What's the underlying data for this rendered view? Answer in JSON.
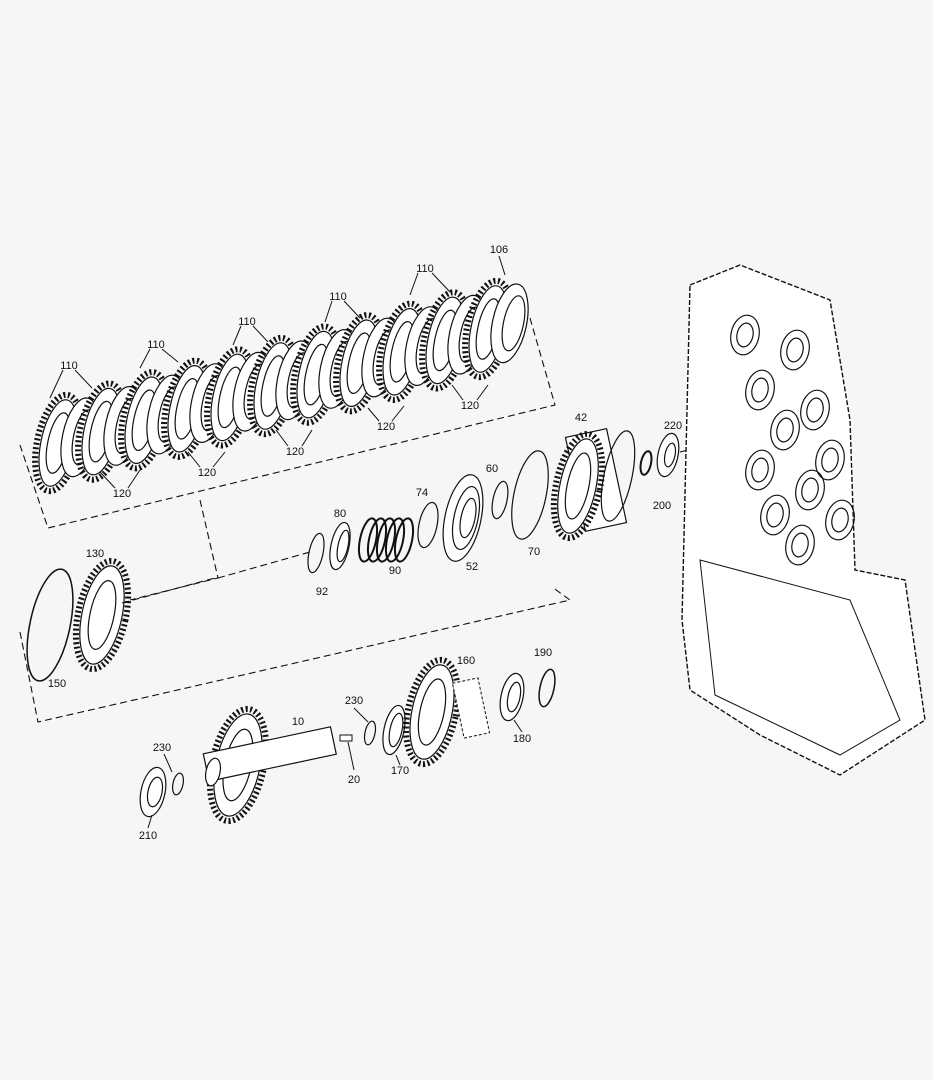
{
  "diagram": {
    "type": "exploded parts diagram",
    "callouts": [
      "106",
      "110",
      "110",
      "110",
      "110",
      "110",
      "120",
      "120",
      "120",
      "120",
      "120",
      "42",
      "220",
      "200",
      "60",
      "74",
      "80",
      "70",
      "52",
      "90",
      "92",
      "130",
      "150",
      "160",
      "190",
      "230",
      "10",
      "180",
      "170",
      "20",
      "230",
      "210"
    ]
  }
}
